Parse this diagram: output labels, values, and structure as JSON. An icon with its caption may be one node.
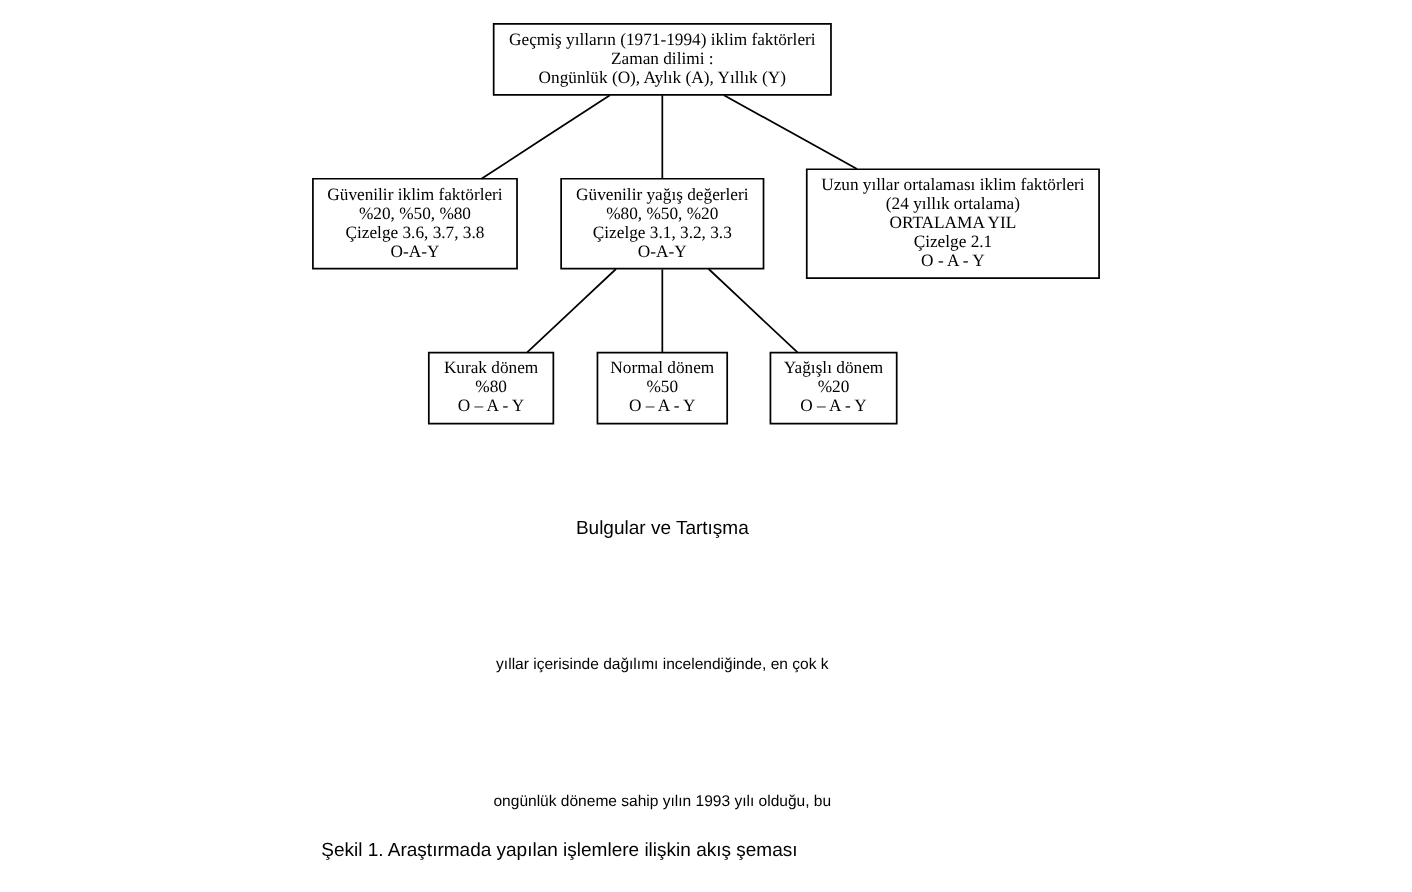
{
  "diagram": {
    "caption": "Şekil 1. Araştırmada yapılan işlemlere ilişkin akış şeması",
    "nodes": [
      {
        "text": [
          "Geçmiş yılların (1971-1994) iklim faktörleri",
          "Zaman dilimi :",
          "Ongünlük (O), Aylık (A), Yıllık (Y)"
        ]
      },
      {
        "text": [
          "Güvenilir iklim faktörleri",
          "%20, %50, %80",
          "Çizelge 3.6, 3.7, 3.8",
          "O-A-Y"
        ]
      },
      {
        "text": [
          "Güvenilir yağış değerleri",
          "%80, %50, %20",
          "Çizelge 3.1, 3.2, 3.3",
          "O-A-Y"
        ]
      },
      {
        "text": [
          "Uzun yıllar ortalaması iklim faktörleri",
          "(24 yıllık ortalama)",
          "ORTALAMA YIL",
          "Çizelge 2.1",
          "O - A - Y"
        ]
      },
      {
        "text": [
          "Kurak dönem",
          "%80",
          "O – A - Y"
        ]
      },
      {
        "text": [
          "Normal dönem",
          "%50",
          "O – A - Y"
        ]
      },
      {
        "text": [
          "Yağışlı dönem",
          "%20",
          "O – A - Y"
        ]
      }
    ],
    "edges": [
      {
        "from": 0,
        "to": 1,
        "arrow": "none"
      },
      {
        "from": 0,
        "to": 2,
        "arrow": "none"
      },
      {
        "from": 0,
        "to": 3,
        "arrow": "none"
      },
      {
        "from": 2,
        "to": 4,
        "arrow": "none"
      },
      {
        "from": 2,
        "to": 5,
        "arrow": "none"
      },
      {
        "from": 2,
        "to": 6,
        "arrow": "none"
      }
    ],
    "labels": [
      "Bulgular ve Tartışma",
      "yıllar içerisinde dağılımı incelendiğinde, en çok k",
      "ongünlük döneme sahip yılın 1993 yılı olduğu, bu"
    ]
  }
}
